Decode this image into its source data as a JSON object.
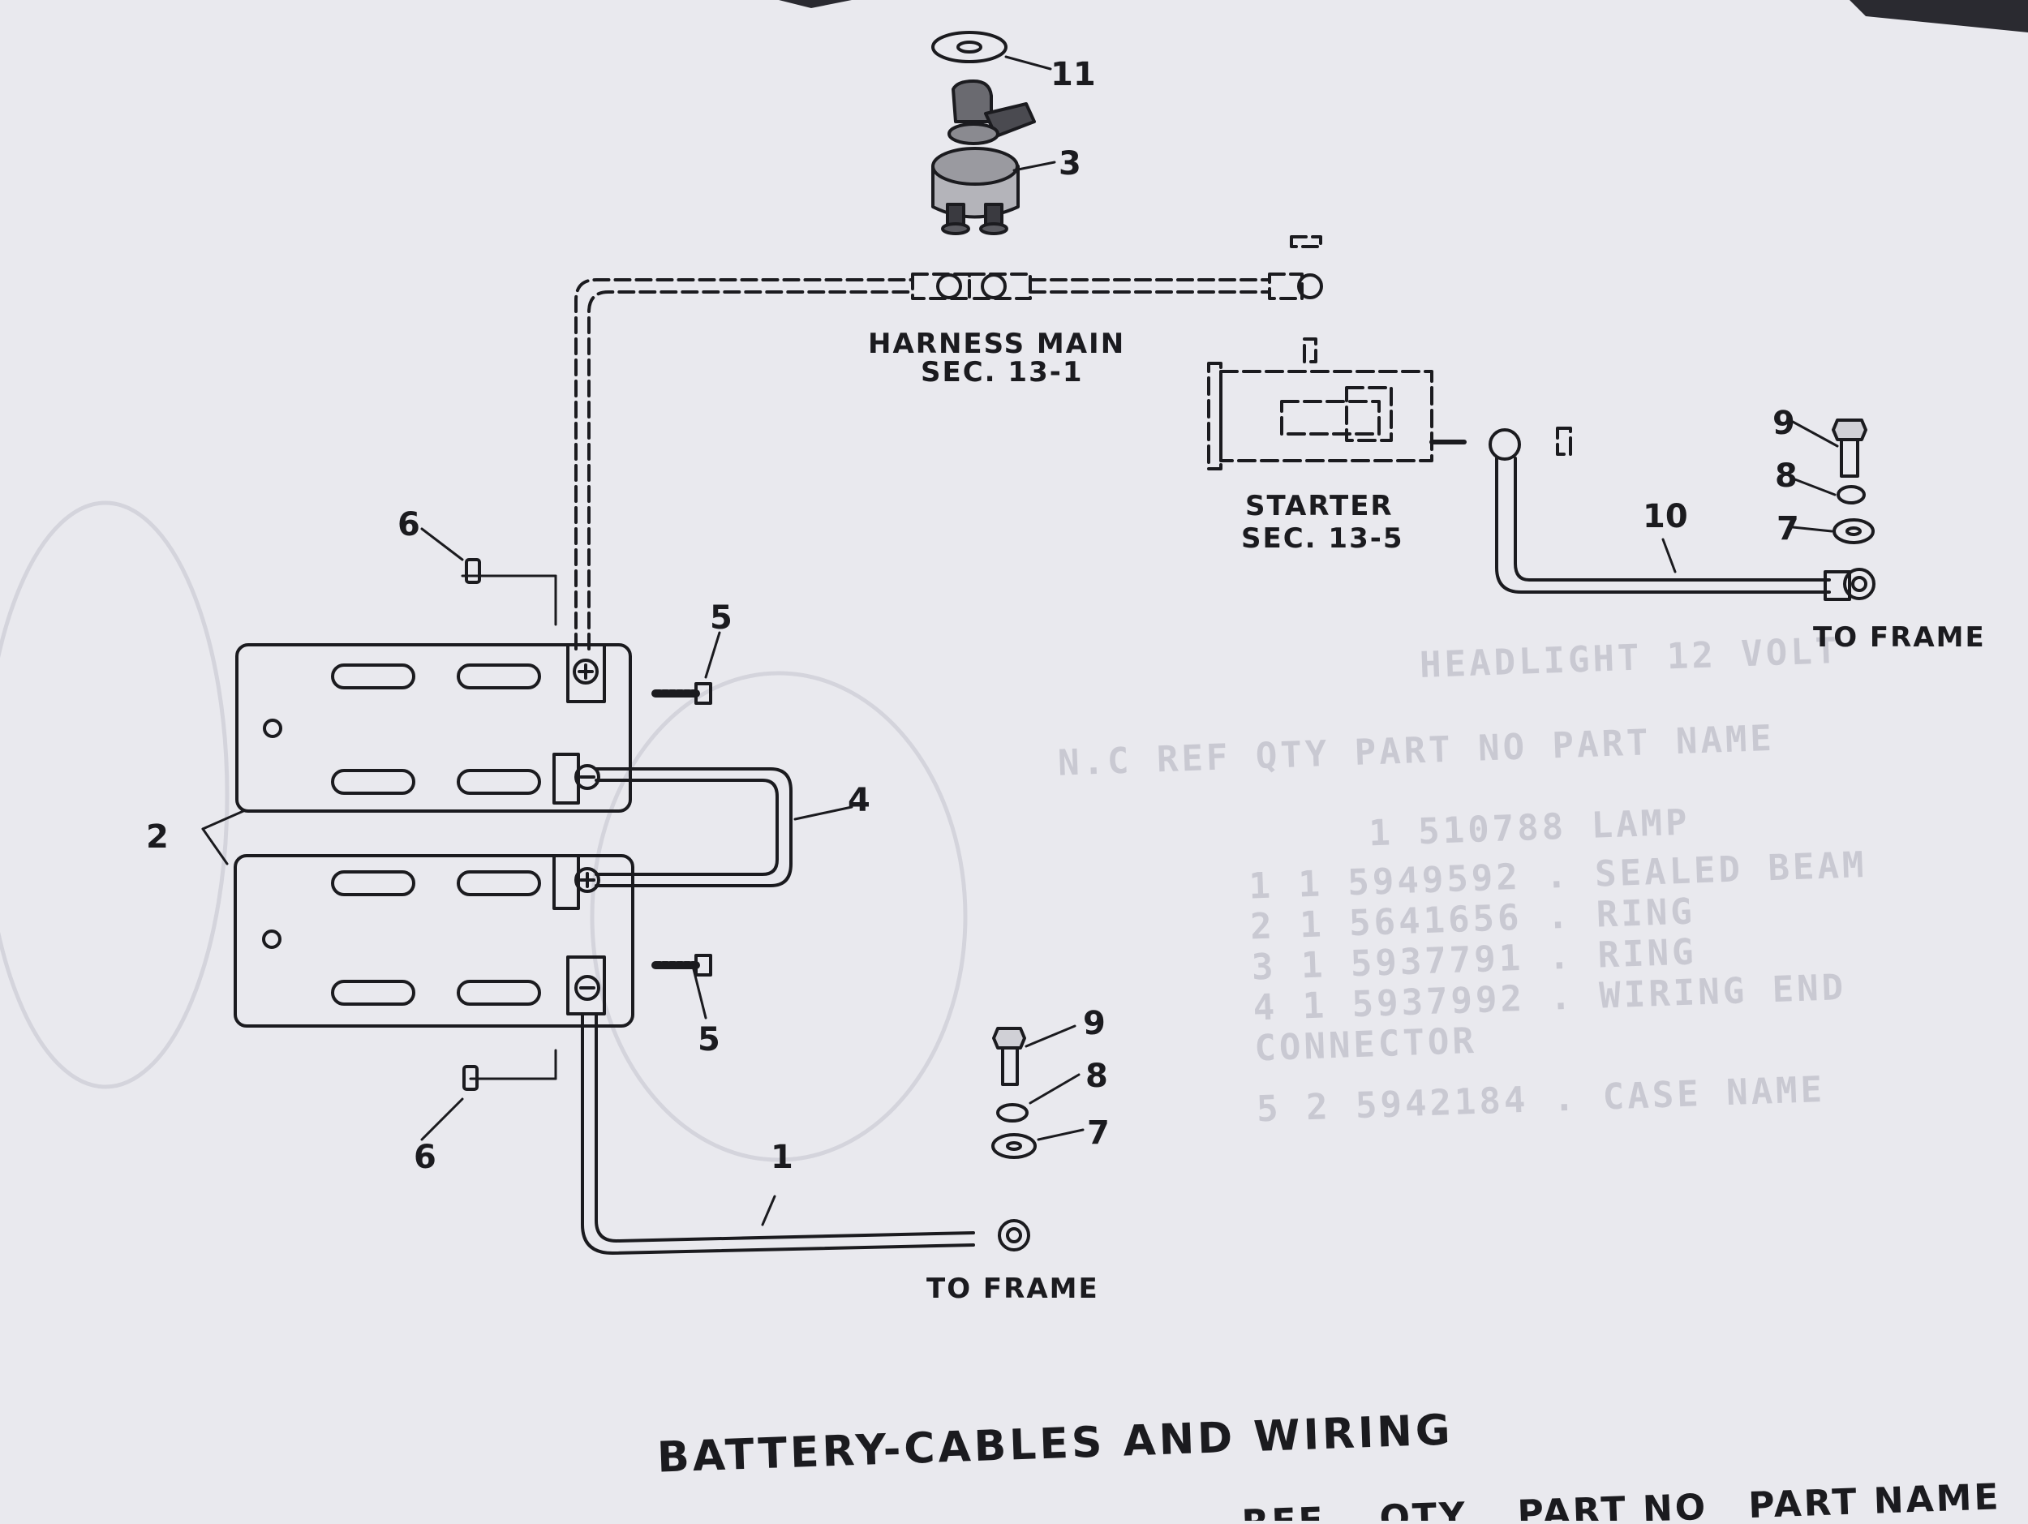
{
  "labels": {
    "l1": "1",
    "l2": "2",
    "l3": "3",
    "l4": "4",
    "l5a": "5",
    "l5b": "5",
    "l6a": "6",
    "l6b": "6",
    "l7a": "7",
    "l7b": "7",
    "l8a": "8",
    "l8b": "8",
    "l9a": "9",
    "l9b": "9",
    "l10": "10",
    "l11": "11"
  },
  "callouts": {
    "harness_line1": "HARNESS MAIN",
    "harness_line2": "SEC. 13-1",
    "starter_line1": "STARTER",
    "starter_line2": "SEC. 13-5",
    "to_frame_right": "TO FRAME",
    "to_frame_bottom": "TO FRAME"
  },
  "title": "BATTERY-CABLES AND WIRING",
  "table_header": [
    "REF",
    "QTY",
    "PART NO",
    "PART NAME"
  ],
  "show_through": {
    "title": "HEADLIGHT 12 VOLT",
    "header": "N.C  REF  QTY  PART NO  PART NAME",
    "rows": [
      "1   510788  LAMP",
      "1   1   5949592  . SEALED BEAM",
      "2   1   5641656  . RING",
      "3   1   5937791  . RING",
      "4   1   5937992  . WIRING END",
      "          CONNECTOR",
      "5   2   5942184  .  CASE NAME"
    ]
  },
  "colors": {
    "paper": "#e9e9ee",
    "ink": "#1b1b1f",
    "ghost": "#c9c9d2"
  }
}
